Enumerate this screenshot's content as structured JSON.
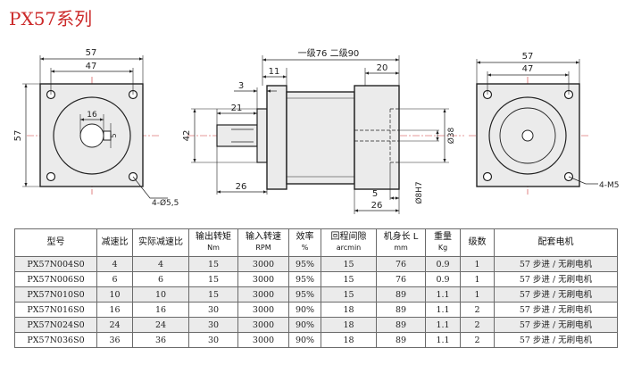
{
  "title": "PX57系列",
  "drawing": {
    "front": {
      "width_outer": "57",
      "width_inner": "47",
      "height": "57",
      "shaft_dia": "16",
      "key": "5",
      "holes": "4-Ø5,5"
    },
    "side": {
      "length_note": "一级76  二级90",
      "flange_t": "11",
      "top_right": "20",
      "shaft_step": "3",
      "shaft_len": "21",
      "body_height": "42",
      "base_len": "26",
      "bore_dia": "Ø38",
      "bore_fit": "Ø8H7",
      "depth1": "5",
      "depth2": "26"
    },
    "rear": {
      "width_outer": "57",
      "width_inner": "47",
      "holes": "4-M5"
    }
  },
  "table": {
    "headers": [
      {
        "l1": "型号",
        "l2": ""
      },
      {
        "l1": "减速比",
        "l2": ""
      },
      {
        "l1": "实际减速比",
        "l2": ""
      },
      {
        "l1": "输出转矩",
        "l2": "Nm"
      },
      {
        "l1": "输入转速",
        "l2": "RPM"
      },
      {
        "l1": "效率",
        "l2": "%"
      },
      {
        "l1": "回程间隙",
        "l2": "arcmin"
      },
      {
        "l1": "机身长 L",
        "l2": "mm"
      },
      {
        "l1": "重量",
        "l2": "Kg"
      },
      {
        "l1": "级数",
        "l2": ""
      },
      {
        "l1": "配套电机",
        "l2": ""
      }
    ],
    "rows": [
      [
        "PX57N004S0",
        "4",
        "4",
        "15",
        "3000",
        "95%",
        "15",
        "76",
        "0.9",
        "1",
        "57 步进 / 无刷电机"
      ],
      [
        "PX57N006S0",
        "6",
        "6",
        "15",
        "3000",
        "95%",
        "15",
        "76",
        "0.9",
        "1",
        "57 步进 / 无刷电机"
      ],
      [
        "PX57N010S0",
        "10",
        "10",
        "15",
        "3000",
        "95%",
        "15",
        "89",
        "1.1",
        "1",
        "57 步进 / 无刷电机"
      ],
      [
        "PX57N016S0",
        "16",
        "16",
        "30",
        "3000",
        "90%",
        "18",
        "89",
        "1.1",
        "2",
        "57 步进 / 无刷电机"
      ],
      [
        "PX57N024S0",
        "24",
        "24",
        "30",
        "3000",
        "90%",
        "18",
        "89",
        "1.1",
        "2",
        "57 步进 / 无刷电机"
      ],
      [
        "PX57N036S0",
        "36",
        "36",
        "30",
        "3000",
        "90%",
        "18",
        "89",
        "1.1",
        "2",
        "57 步进 / 无刷电机"
      ]
    ]
  }
}
